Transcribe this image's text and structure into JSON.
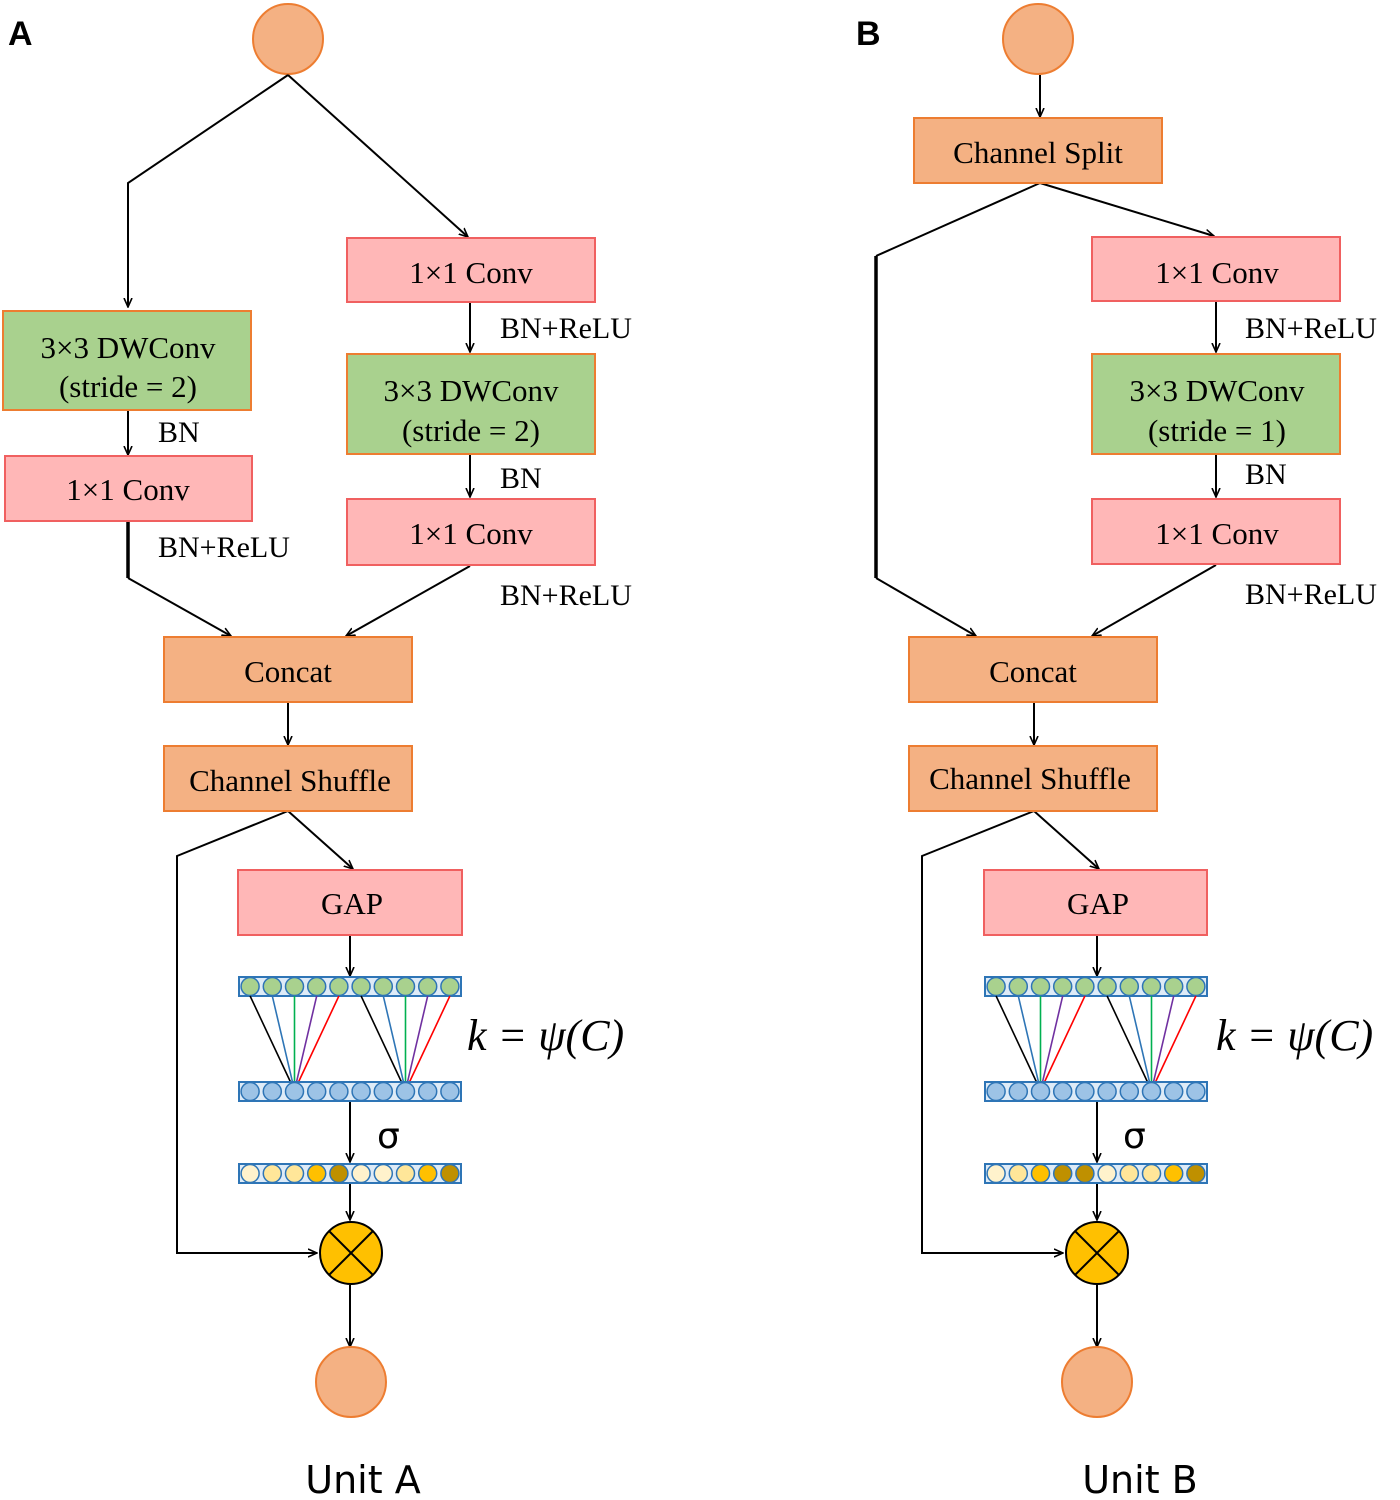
{
  "colors": {
    "node_fill": "#F4B183",
    "node_stroke": "#ED7D31",
    "orange_box": "#F4B183",
    "orange_stroke": "#ED7D31",
    "pink_box": "#FFB7B7",
    "pink_stroke": "#F06060",
    "green_box": "#A9D18E",
    "green_stroke": "#ED7D31",
    "strip_stroke": "#2E75B6",
    "green_cell": "#A9D18E",
    "blue_cell": "#9DC3E6",
    "multiply_fill": "#FFC000"
  },
  "panel_a": {
    "letter": "A",
    "left_branch": {
      "dwconv_line1": "3×3 DWConv",
      "dwconv_line2": "(stride = 2)",
      "bn_label": "BN",
      "conv_label": "1×1 Conv",
      "bnrelu_label": "BN+ReLU"
    },
    "right_branch": {
      "conv1_label": "1×1 Conv",
      "bnrelu1_label": "BN+ReLU",
      "dwconv_line1": "3×3 DWConv",
      "dwconv_line2": "(stride = 2)",
      "bn_label": "BN",
      "conv2_label": "1×1 Conv",
      "bnrelu2_label": "BN+ReLU"
    },
    "concat_label": "Concat",
    "shuffle_label": "Channel Shuffle",
    "gap_label": "GAP",
    "sigma_label": "σ",
    "formula": "k = ψ(C)",
    "attention_cells": [
      "#FFF2CC",
      "#FFE699",
      "#FFE699",
      "#FFC000",
      "#BF9000",
      "#FFF2CC",
      "#FFF2CC",
      "#FFE699",
      "#FFC000",
      "#BF9000"
    ],
    "unit_label": "Unit A"
  },
  "panel_b": {
    "letter": "B",
    "split_label": "Channel Split",
    "right_branch": {
      "conv1_label": "1×1 Conv",
      "bnrelu1_label": "BN+ReLU",
      "dwconv_line1": "3×3 DWConv",
      "dwconv_line2": "(stride = 1)",
      "bn_label": "BN",
      "conv2_label": "1×1 Conv",
      "bnrelu2_label": "BN+ReLU"
    },
    "concat_label": "Concat",
    "shuffle_label": "Channel Shuffle",
    "gap_label": "GAP",
    "sigma_label": "σ",
    "formula": "k = ψ(C)",
    "attention_cells": [
      "#FFF2CC",
      "#FFE699",
      "#FFC000",
      "#BF9000",
      "#BF9000",
      "#FFF2CC",
      "#FFE699",
      "#FFE699",
      "#FFC000",
      "#BF9000"
    ],
    "unit_label": "Unit B"
  }
}
